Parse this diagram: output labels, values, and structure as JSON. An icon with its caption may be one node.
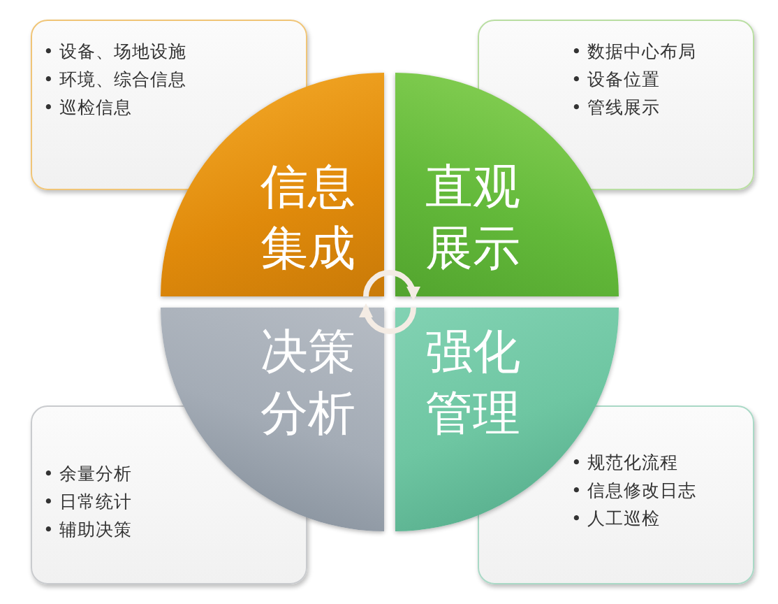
{
  "diagram": {
    "nodes": [
      {
        "text": [
          "• 设备、场地设施",
          "• 环境、综合信息",
          "• 巡检信息"
        ]
      },
      {
        "text": [
          "• 数据中心布局",
          "• 设备位置",
          "• 管线展示"
        ]
      },
      {
        "text": [
          "信息集成"
        ]
      },
      {
        "text": [
          "直观展示"
        ]
      },
      {
        "text": [
          "决策分析"
        ]
      },
      {
        "text": [
          "强化管理"
        ]
      },
      {
        "text": [
          "• 余量分析",
          "• 日常统计",
          "• 辅助决策"
        ]
      },
      {
        "text": [
          "• 规范化流程",
          "• 信息修改日志",
          "• 人工巡检"
        ]
      }
    ],
    "edges": [
      {
        "from": 2,
        "to": 3,
        "arrow": "to"
      },
      {
        "from": 5,
        "to": 4,
        "arrow": "to"
      }
    ]
  }
}
